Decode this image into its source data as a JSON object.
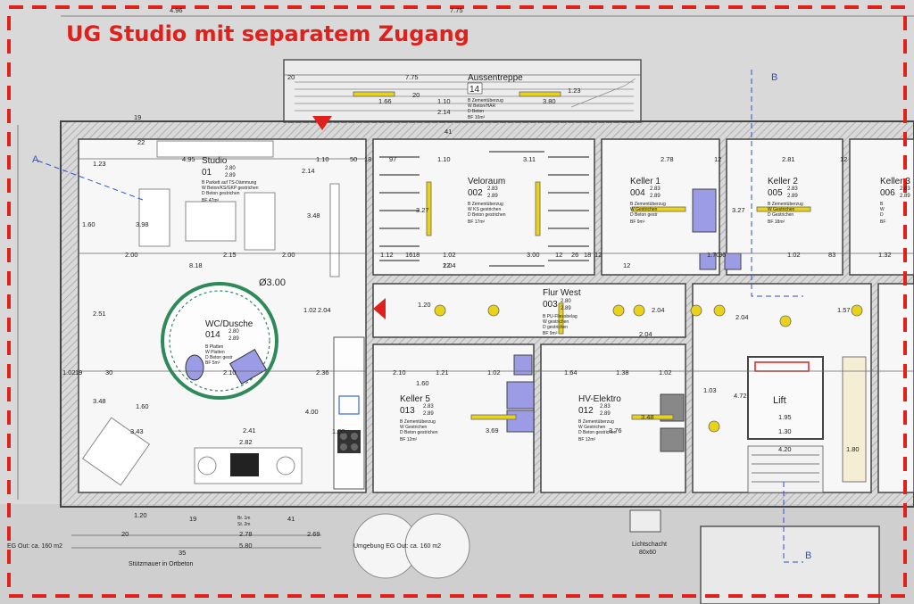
{
  "title": "UG Studio mit separatem Zugang",
  "colors": {
    "accent": "#e0201a",
    "wall": "#555555",
    "hatch": "#bdbdbd",
    "floor": "#f6f6f6",
    "outdoor": "#d2d2d2",
    "section": "#2b4fd0",
    "equip": "#9b9be6",
    "fixture": "#e8d21a"
  },
  "rooms": {
    "studio": {
      "name": "Studio",
      "number": "01",
      "h1": "2.80",
      "h2": "2.89",
      "b": "B   Parkett auf TS-Dämmung",
      "w": "W  Beton/KS/GKP gestrichen",
      "d": "D   Beton gestrichen",
      "bf": "BF  47m²"
    },
    "wc": {
      "name": "WC/Dusche",
      "number": "014",
      "h1": "2.80",
      "h2": "2.89",
      "b": "B   Platten",
      "w": "W  Platten",
      "d": "D   Beton gestr",
      "bf": "BF  5m²"
    },
    "velo": {
      "name": "Veloraum",
      "number": "002",
      "h1": "2.83",
      "h2": "2.89",
      "b": "B   Zementüberzug",
      "w": "W  KS gestrichen",
      "d": "D   Beton gestrichen",
      "bf": "BF  17m²"
    },
    "keller1": {
      "name": "Keller 1",
      "number": "004",
      "h1": "2.83",
      "h2": "2.89",
      "b": "B   Zementüberzug",
      "w": "W  Gestrichen",
      "d": "D   Beton gestr",
      "bf": "BF  9m²"
    },
    "keller2": {
      "name": "Keller 2",
      "number": "005",
      "h1": "2.83",
      "h2": "2.89",
      "b": "B   Zementüberzug",
      "w": "W  Gestrichen",
      "d": "D   Gestrichen",
      "bf": "BF  18m²"
    },
    "keller3": {
      "name": "Keller 3",
      "number": "006",
      "h1": "2.83",
      "h2": "2.89",
      "b": "B",
      "w": "W",
      "d": "D",
      "bf": "BF"
    },
    "flur": {
      "name": "Flur West",
      "number": "003",
      "h1": "2.80",
      "h2": "2.89",
      "b": "B   PU-Fliessbelag",
      "w": "W  gestrichen",
      "d": "D   gestrichen",
      "bf": "BF  9m²"
    },
    "keller5": {
      "name": "Keller 5",
      "number": "013",
      "h1": "2.83",
      "h2": "2.89",
      "b": "B   Zementüberzug",
      "w": "W  Gestrichen",
      "d": "D   Beton gestrichen",
      "bf": "BF  12m²"
    },
    "hv": {
      "name": "HV-Elektro",
      "number": "012",
      "h1": "2.83",
      "h2": "2.89",
      "b": "B   Zementüberzug",
      "w": "W  Gestrichen",
      "d": "D   Beton gestrichen",
      "bf": "BF  12m²"
    },
    "aussentreppe": {
      "name": "Aussentreppe",
      "number": "14",
      "b": "B   Zementüberzug",
      "w": "W  Beton/HAR",
      "d": "D   Beton",
      "bf": "BF  10m²"
    }
  },
  "labels": {
    "lift": "Lift",
    "diameter": "Ø3.00",
    "umgebung_left": "EG Out: ca. 160 m2",
    "umgebung_center": "Umgebung EG Out: ca. 160 m2",
    "stuetzmauer": "Stützmauer in Ortbeton",
    "lichtschacht": "Lichtschacht",
    "lichtschacht_size": "80x60",
    "section_a": "A",
    "section_b_top": "B",
    "section_b_bottom": "B",
    "sill_br": "Br. 1m",
    "sill_st": "St. 2m"
  },
  "dims": [
    "4.96",
    "7.75",
    "20",
    "7.75",
    "20",
    "1.66",
    "1.10",
    "2.14",
    "3.80",
    "1.23",
    "19",
    "22",
    "4.95",
    "1.10",
    "50",
    "18",
    "97",
    "1.10",
    "41",
    "3.11",
    "2.78",
    "12",
    "2.81",
    "12",
    "1.23",
    "3.98",
    "2.14",
    "1.60",
    "2.00",
    "2.15",
    "2.00",
    "3.48",
    "3.27",
    "3.27",
    "2.04",
    "1.02",
    "1.70",
    "96",
    "1.02",
    "83",
    "1.32",
    "8.18",
    "2.51",
    "1.02",
    "2.04",
    "1.20",
    "3.00",
    "12",
    "12",
    "2.04",
    "2.04",
    "1.57",
    "1.02",
    "19",
    "30",
    "2.10",
    "2.36",
    "2.10",
    "1.21",
    "1.02",
    "1.64",
    "1.38",
    "1.02",
    "1.03",
    "4.72",
    "1.95",
    "1.60",
    "3.48",
    "3.48",
    "1.60",
    "4.00",
    "3.69",
    "3.76",
    "3.43",
    "2.41",
    "2.82",
    "1.20",
    "1.30",
    "4.20",
    "1.80",
    "1.20",
    "19",
    "41",
    "20",
    "2.78",
    "2.69",
    "35",
    "5.80",
    "1.12",
    "18",
    "18",
    "12",
    "16",
    "26",
    "12",
    "2.04",
    "2.5"
  ]
}
